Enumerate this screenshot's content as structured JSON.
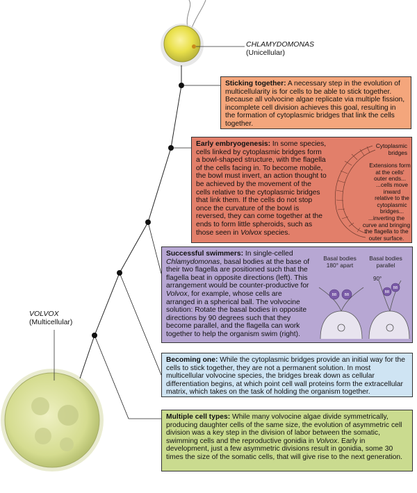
{
  "organisms": {
    "chlamydomonas": {
      "name": "CHLAMYDOMONAS",
      "type": "(Unicellular)"
    },
    "volvox": {
      "name": "VOLVOX",
      "type": "(Multicellular)"
    }
  },
  "boxes": {
    "sticking": {
      "title": "Sticking together:",
      "text": " A necessary step in the evolution of multicellularity is for cells to be able to stick together. Because all volvocine algae replicate via multiple fission, incomplete cell division achieves this goal, resulting in the formation of cytoplasmic bridges that link the cells together."
    },
    "embryogenesis": {
      "title": "Early embryogenesis:",
      "text1": " In some species, cells linked by cytoplasmic bridges form a bowl-shaped structure, with the flagella of the cells facing in. To become mobile, the bowl must invert, an action thought to be achieved by the movement of the cells relative to the cytoplasmic bridges that link them. If the cells do not stop once the curvature of the bowl is reversed, they can come together at the ends to form little spheroids, such as those seen in ",
      "italic": "Volvox",
      "text2": " species.",
      "labels": {
        "bridges": "Cytoplasmic bridges",
        "extensions": "Extensions form at the cells' outer ends...",
        "inward": "...cells move inward relative to the cytoplasmic bridges...",
        "inverting": "...inverting the curve and bringing the flagella to the outer surface."
      }
    },
    "swimmers": {
      "title": "Successful swimmers:",
      "text1": " In single-celled ",
      "italic1": "Chlamydomonas",
      "text2": ", basal bodies at the base of their two flagella are positioned such that the flagella beat in opposite directions (left). This arrangement would be counter-productive for ",
      "italic2": "Volvox",
      "text3": ", for example, whose cells are arranged in a spherical ball. The volvocine solution: Rotate the basal bodies in opposite directions by 90 degrees such that they become parallel, and the flagella can work together to help the organism swim (right).",
      "labels": {
        "left": "Basal bodies 180° apart",
        "right": "Basal bodies parallel",
        "angle": "90°",
        "bb": "BB"
      }
    },
    "becoming": {
      "title": "Becoming one:",
      "text": " While the cytoplasmic bridges provide an initial way for the cells to stick together, they are not a permanent solution. In most multicellular volvocine species, the bridges break down as cellular differentiation begins, at which point cell wall proteins form the extracellular matrix, which takes on the task of holding the organism together."
    },
    "celltypes": {
      "title": "Multiple cell types:",
      "text1": " While many volvocine algae divide symmetrically, producing daughter cells of the same size, the evolution of asymmetric cell division was a key step in the division of labor between the somatic, swimming cells and the reproductive gonidia in ",
      "italic": "Volvox",
      "text2": ". Early in development, just a few asymmetric divisions result in gonidia, some 30 times the size of the somatic cells, that will give rise to the next generation."
    }
  },
  "colors": {
    "sticking": "#f4a67c",
    "embryogenesis": "#e27f6a",
    "swimmers": "#b7a7d3",
    "becoming": "#cfe4f3",
    "celltypes": "#cadb8f"
  }
}
